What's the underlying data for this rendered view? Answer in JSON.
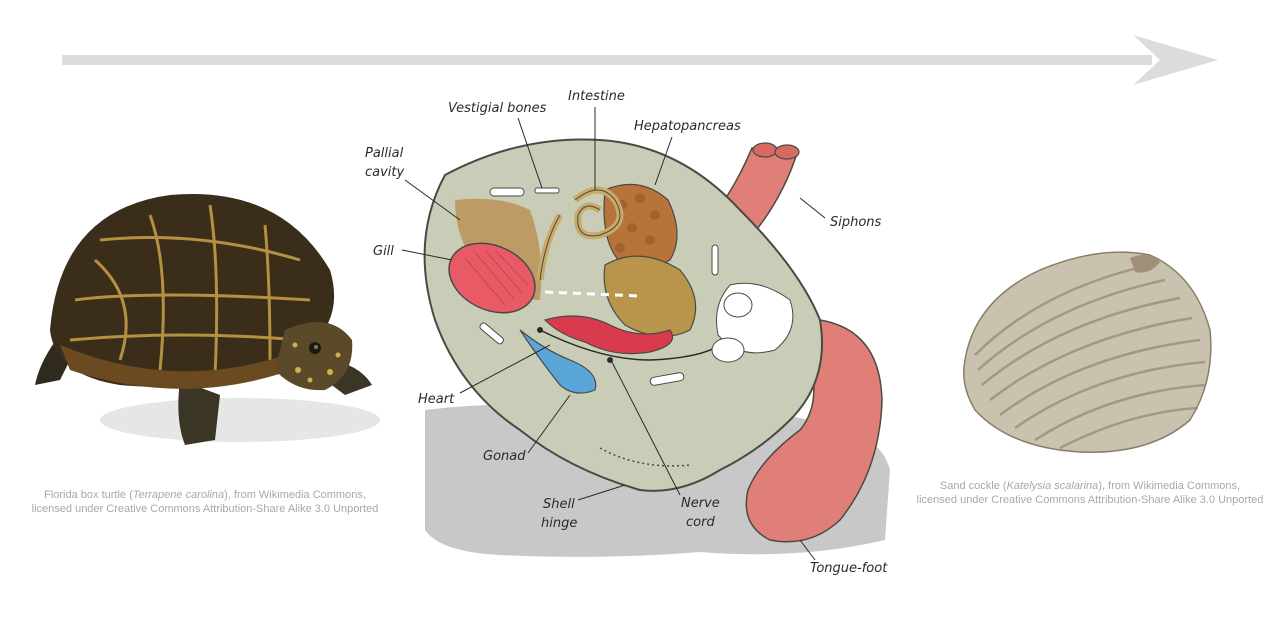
{
  "diagram": {
    "labels": {
      "vestigial_bones": "Vestigial bones",
      "intestine": "Intestine",
      "hepatopancreas": "Hepatopancreas",
      "pallial_cavity_1": "Pallial",
      "pallial_cavity_2": "cavity",
      "siphons": "Siphons",
      "gill": "Gill",
      "heart": "Heart",
      "gonad": "Gonad",
      "shell_hinge_1": "Shell",
      "shell_hinge_2": "hinge",
      "nerve_cord_1": "Nerve",
      "nerve_cord_2": "cord",
      "tongue_foot": "Tongue-foot"
    }
  },
  "captions": {
    "left": {
      "prefix": "Florida box turtle (",
      "species": "Terrapene carolina",
      "suffix": "), from Wikimedia Commons,",
      "line2": "licensed under Creative Commons Attribution-Share Alike 3.0 Unported"
    },
    "right": {
      "prefix": "Sand cockle (",
      "species": "Katelysia scalarina",
      "suffix": "), from Wikimedia Commons,",
      "line2": "licensed under Creative Commons Attribution-Share Alike 3.0 Unported"
    }
  },
  "colors": {
    "arrow": "#dcdcdc",
    "body": "#c9cdb8",
    "outline": "#4a4a45",
    "gill": "#e85a66",
    "foot": "#e07f78",
    "gonad": "#b8954a",
    "heart": "#d93a4e",
    "hepatopancreas": "#b8733a",
    "shadow": "#c8c8c8"
  }
}
